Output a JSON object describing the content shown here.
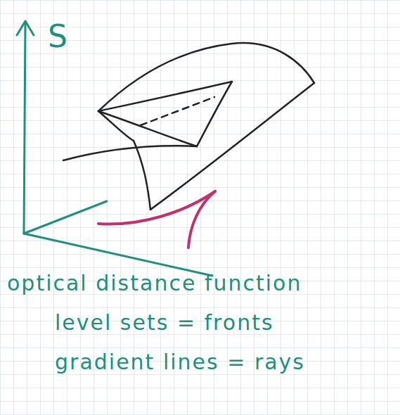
{
  "diagram": {
    "labels": [
      "S",
      "optical distance function",
      "level sets = fronts",
      "gradient lines = rays"
    ]
  }
}
